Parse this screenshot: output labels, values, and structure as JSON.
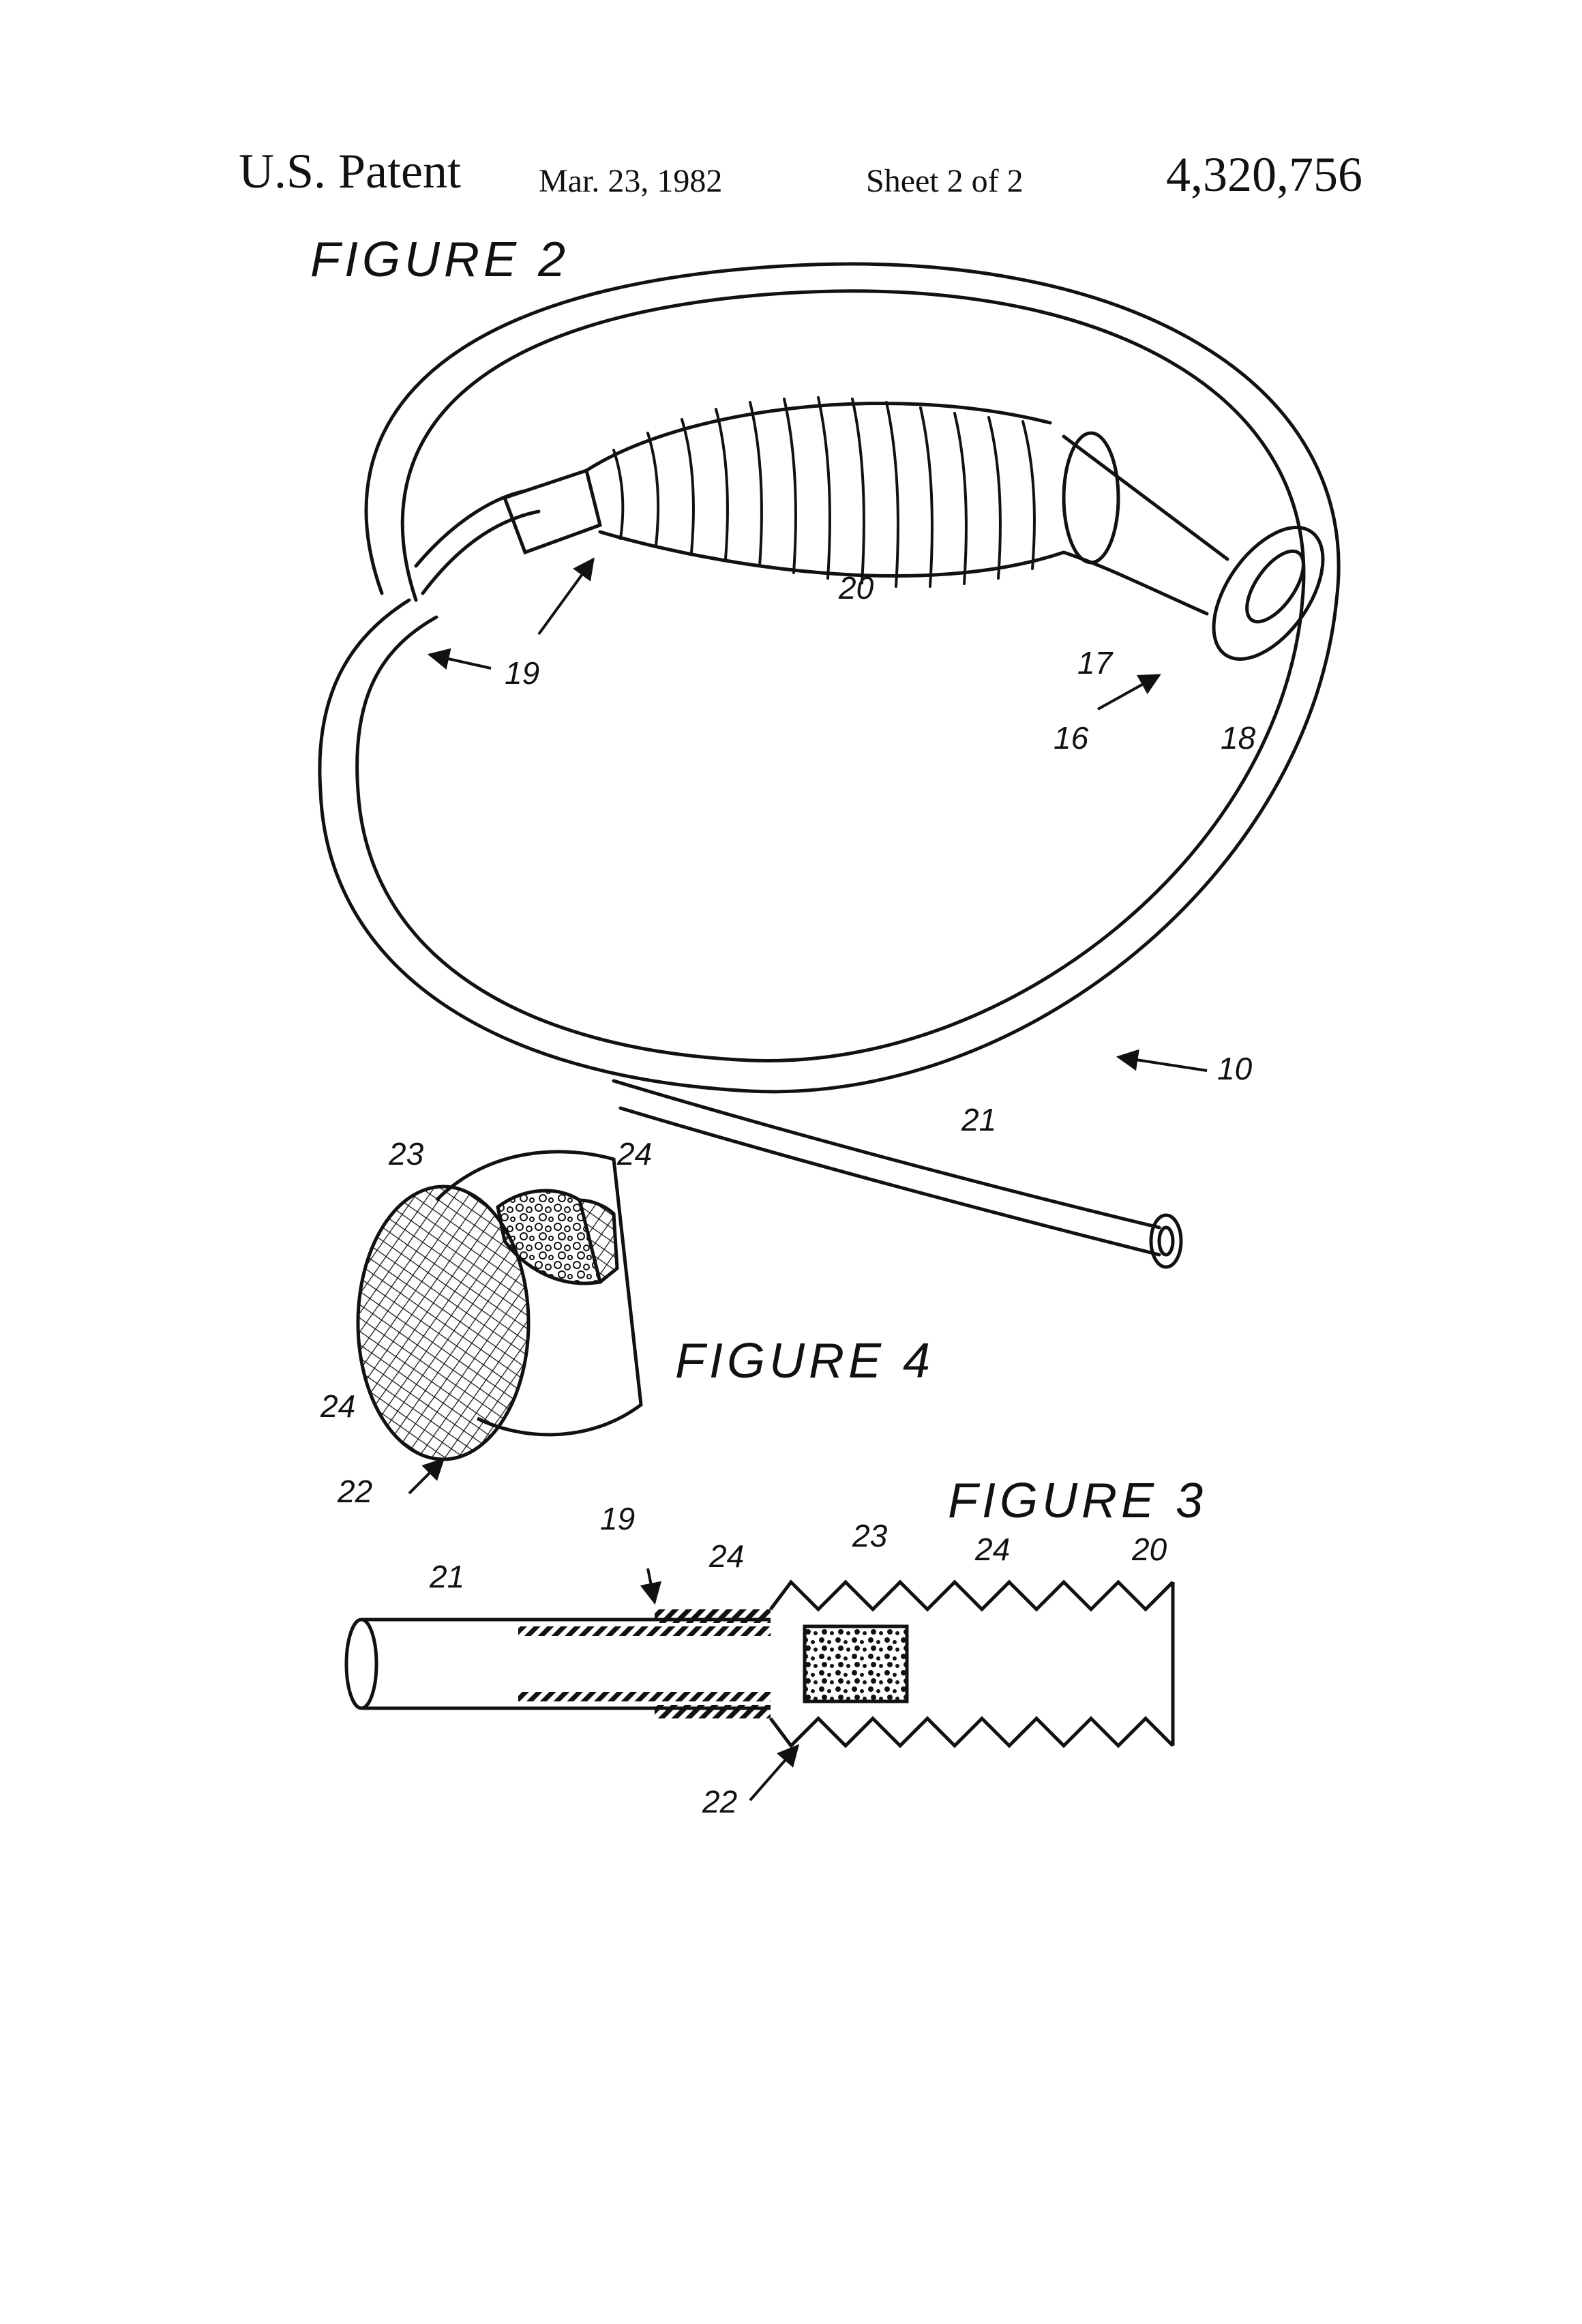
{
  "header": {
    "patent_label": "U.S. Patent",
    "date": "Mar. 23, 1982",
    "sheet": "Sheet 2 of 2",
    "patent_number": "4,320,756"
  },
  "figures": {
    "figure2": "FIGURE 2",
    "figure3": "FIGURE 3",
    "figure4": "FIGURE 4"
  },
  "refs": {
    "r10": "10",
    "r16": "16",
    "r17": "17",
    "r18": "18",
    "r19a": "19",
    "r19b": "19",
    "r20a": "20",
    "r20b": "20",
    "r21a": "21",
    "r21b": "21",
    "r22a": "22",
    "r22b": "22",
    "r23a": "23",
    "r23b": "23",
    "r24a": "24",
    "r24b": "24",
    "r24c": "24",
    "r24d": "24"
  },
  "colors": {
    "ink": "#111111",
    "paper": "#ffffff"
  }
}
